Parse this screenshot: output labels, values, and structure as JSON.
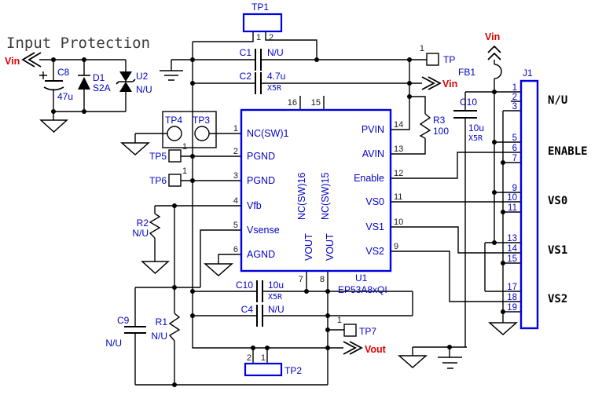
{
  "title": "Input Protection",
  "nets": {
    "vin": "Vin",
    "vout": "Vout"
  },
  "input_protection": {
    "c8": {
      "ref": "C8",
      "value": "47u"
    },
    "d1": {
      "ref": "D1",
      "value": "S2A"
    },
    "u2": {
      "ref": "U2",
      "value": "N/U"
    }
  },
  "input_caps": {
    "c1": {
      "ref": "C1",
      "value": "N/U"
    },
    "c2": {
      "ref": "C2",
      "value": "4.7u",
      "dielectric": "X5R"
    }
  },
  "r3": {
    "ref": "R3",
    "value": "100"
  },
  "fb1": {
    "ref": "FB1"
  },
  "c10_in": {
    "ref": "C10",
    "value": "10u",
    "dielectric": "X5R"
  },
  "r2": {
    "ref": "R2",
    "value": "N/U"
  },
  "c9": {
    "ref": "C9",
    "value": "N/U"
  },
  "r1": {
    "ref": "R1",
    "value": "N/U"
  },
  "c10_out": {
    "ref": "C10",
    "value": "10u",
    "dielectric": "X5R"
  },
  "c4": {
    "ref": "C4",
    "value": "N/U"
  },
  "u1": {
    "ref": "U1",
    "part": "EP53A8xQI",
    "left_pins": [
      {
        "num": "1",
        "name": "NC(SW)1"
      },
      {
        "num": "2",
        "name": "PGND"
      },
      {
        "num": "3",
        "name": "PGND"
      },
      {
        "num": "4",
        "name": "Vfb"
      },
      {
        "num": "5",
        "name": "Vsense"
      },
      {
        "num": "6",
        "name": "AGND"
      }
    ],
    "right_pins": [
      {
        "num": "14",
        "name": "PVIN"
      },
      {
        "num": "13",
        "name": "AVIN"
      },
      {
        "num": "12",
        "name": "Enable"
      },
      {
        "num": "11",
        "name": "VS0"
      },
      {
        "num": "10",
        "name": "VS1"
      },
      {
        "num": "9",
        "name": "VS2"
      }
    ],
    "top_pins": [
      {
        "num": "16",
        "name": "NC(SW)16"
      },
      {
        "num": "15",
        "name": "NC(SW)15"
      }
    ],
    "bottom_pins": [
      {
        "num": "7",
        "name": "VOUT"
      },
      {
        "num": "8",
        "name": "VOUT"
      }
    ]
  },
  "j1": {
    "ref": "J1",
    "pin_numbers": [
      "1",
      "2",
      "3",
      "5",
      "6",
      "7",
      "9",
      "10",
      "11",
      "13",
      "14",
      "15",
      "17",
      "18",
      "19"
    ],
    "labels": [
      "N/U",
      "ENABLE",
      "VS0",
      "VS1",
      "VS2"
    ]
  },
  "testpoints": {
    "tp1": {
      "name": "TP1",
      "pin1": "1",
      "pin2": "2"
    },
    "tp2": {
      "name": "TP2",
      "pin1": "1",
      "pin2": "2"
    },
    "tp": {
      "name": "TP",
      "pin": "1"
    },
    "tp3": {
      "name": "TP3"
    },
    "tp4": {
      "name": "TP4"
    },
    "tp5": {
      "name": "TP5",
      "pin": "1"
    },
    "tp6": {
      "name": "TP6",
      "pin": "1"
    },
    "tp7": {
      "name": "TP7",
      "pin": "1"
    }
  }
}
